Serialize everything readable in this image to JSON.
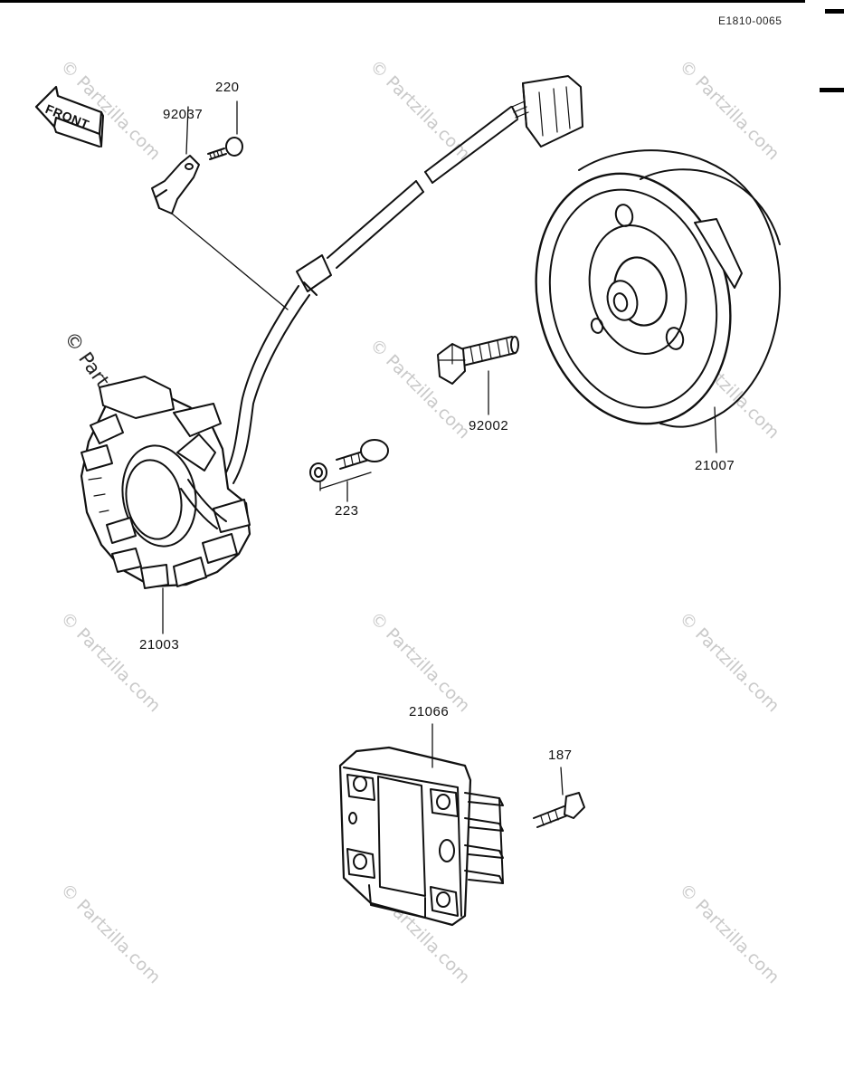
{
  "diagram": {
    "drawing_code": "E1810-0065",
    "front_arrow_label": "FRONT",
    "watermark": "© Partzilla.com",
    "watermark_stamp": "© Partzilla.com",
    "parts": [
      {
        "id": "part-92037",
        "number": "92037"
      },
      {
        "id": "part-220",
        "number": "220"
      },
      {
        "id": "part-21007",
        "number": "21007"
      },
      {
        "id": "part-92002",
        "number": "92002"
      },
      {
        "id": "part-223",
        "number": "223"
      },
      {
        "id": "part-21003",
        "number": "21003"
      },
      {
        "id": "part-21066",
        "number": "21066"
      },
      {
        "id": "part-187",
        "number": "187"
      }
    ]
  }
}
